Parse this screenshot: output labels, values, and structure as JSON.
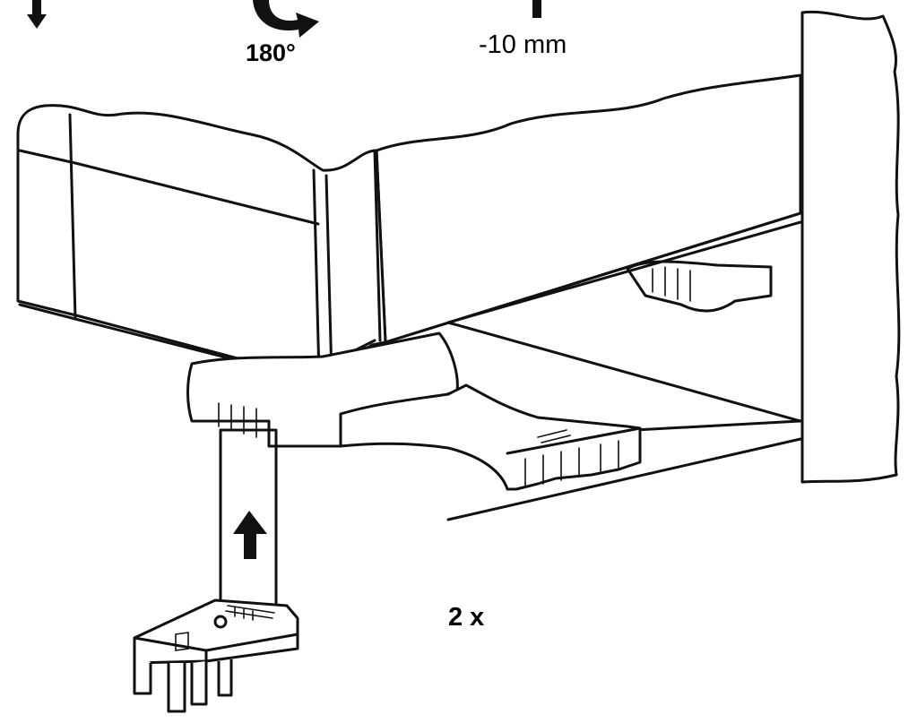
{
  "labels": {
    "rotation": "180°",
    "offset": "-10 mm",
    "quantity": "2 x"
  },
  "colors": {
    "ink": "#111111",
    "paper": "#ffffff"
  },
  "icons": [
    "arrow-down-icon",
    "rotate-icon",
    "arrow-up-icon"
  ]
}
